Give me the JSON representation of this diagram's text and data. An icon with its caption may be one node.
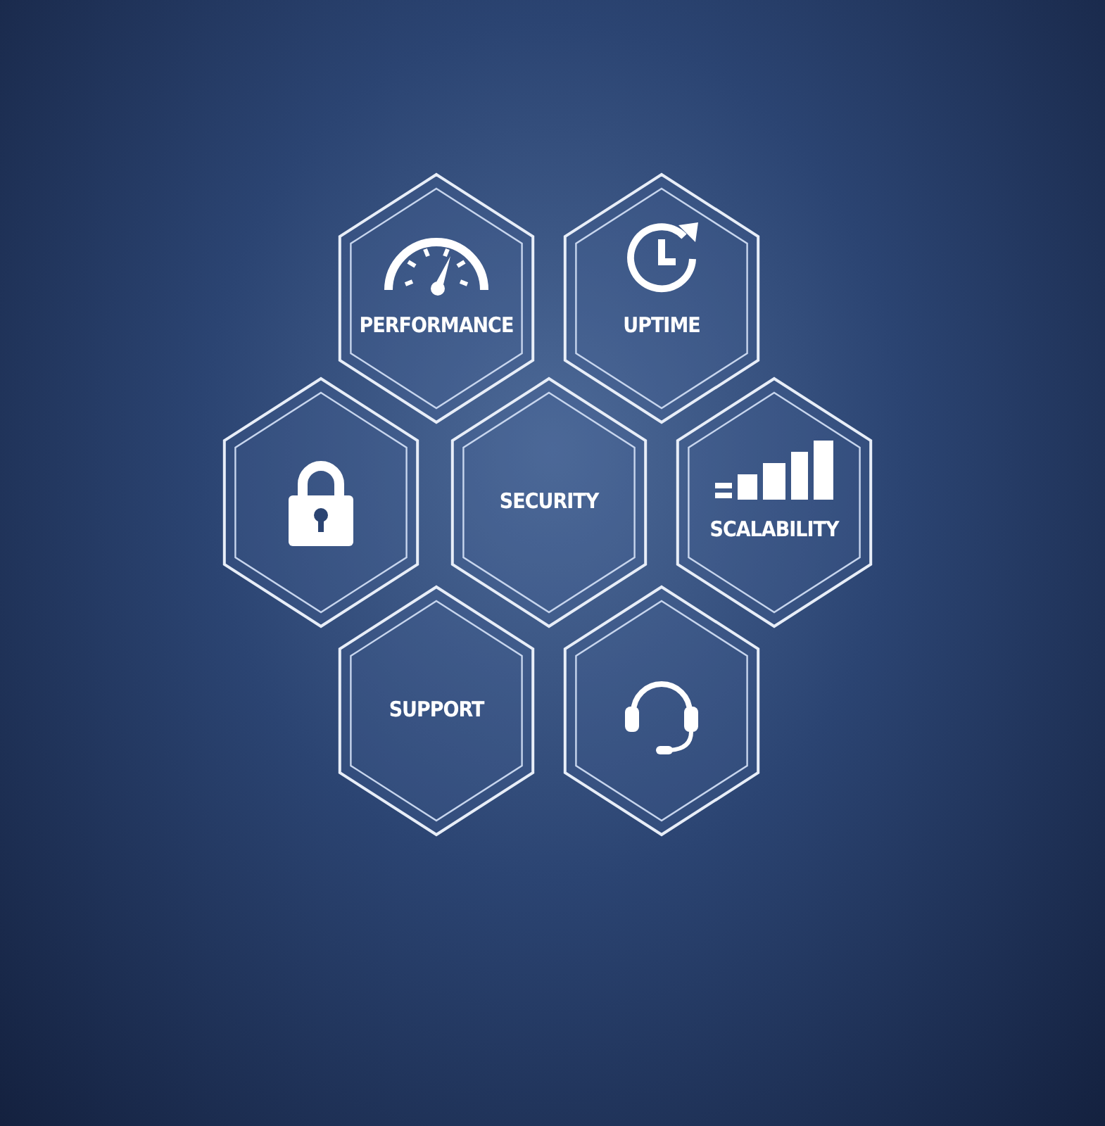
{
  "diagram": {
    "nodes": [
      {
        "text": [
          "PERFORMANCE"
        ]
      },
      {
        "text": [
          "UPTIME"
        ]
      },
      {
        "text": [],
        "shape": "hexagon"
      },
      {
        "text": [
          "SECURITY"
        ]
      },
      {
        "text": [
          "SCALABILITY"
        ]
      },
      {
        "text": [
          "SUPPORT"
        ]
      },
      {
        "text": [],
        "shape": "hexagon"
      }
    ]
  }
}
